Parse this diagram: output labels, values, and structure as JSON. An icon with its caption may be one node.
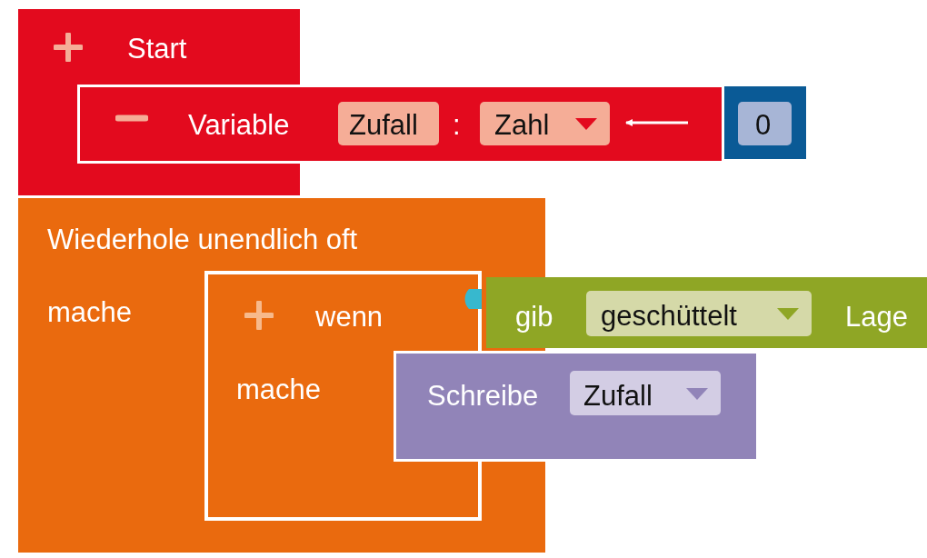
{
  "diagram": {
    "nodes": [
      {
        "text": [
          "Start"
        ]
      },
      {
        "text": [
          "Variable",
          ":"
        ]
      },
      {
        "text": [
          "Zufall"
        ],
        "in": 1
      },
      {
        "text": [
          "Zahl"
        ],
        "in": 1
      },
      {
        "text": [],
        "shape": "box"
      },
      {
        "text": [
          "0"
        ],
        "in": 4
      },
      {
        "text": [
          "Wiederhole unendlich oft",
          "mache"
        ]
      },
      {
        "text": [
          "wenn",
          "mache"
        ],
        "in": 6
      },
      {
        "text": [
          "gib",
          "Lage"
        ]
      },
      {
        "text": [
          "geschüttelt"
        ],
        "in": 8
      },
      {
        "text": [
          "Schreibe"
        ]
      },
      {
        "text": [
          "Zufall"
        ],
        "in": 10
      }
    ],
    "edges": [
      {
        "from": 4,
        "to": 3,
        "arrow": "to"
      }
    ]
  }
}
